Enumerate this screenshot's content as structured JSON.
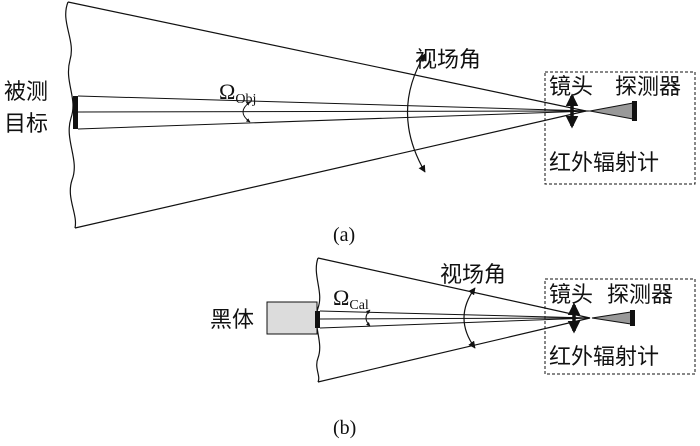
{
  "panel_a": {
    "target_label_line1": "被测",
    "target_label_line2": "目标",
    "solid_angle_symbol": "Ω",
    "solid_angle_subscript": "Obj",
    "fov_label": "视场角",
    "lens_label": "镜头",
    "detector_label": "探测器",
    "instrument_label": "红外辐射计",
    "caption": "(a)"
  },
  "panel_b": {
    "source_label": "黑体",
    "solid_angle_symbol": "Ω",
    "solid_angle_subscript": "Cal",
    "fov_label": "视场角",
    "lens_label": "镜头",
    "detector_label": "探测器",
    "instrument_label": "红外辐射计",
    "caption": "(b)"
  },
  "colors": {
    "line": "#111111",
    "detector_fill": "#999999",
    "blackbody_fill": "#dcdcdc"
  }
}
